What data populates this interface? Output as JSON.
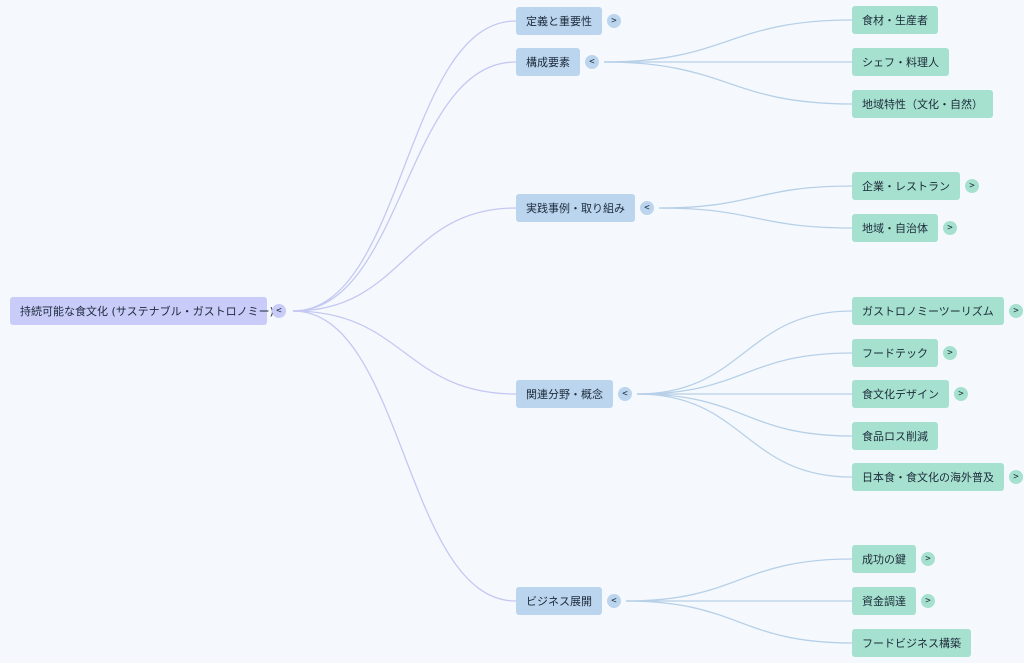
{
  "colors": {
    "background": "#f5f9fd",
    "root_fill": "#c9ccf9",
    "branch_fill": "#bcd5ee",
    "leaf_fill": "#a6e1cf",
    "root_link": "#c4c8f2",
    "branch_link": "#b7d0e8"
  },
  "mindmap": {
    "root": {
      "label": "持続可能な食文化 (サステナブル・ガストロノミー)",
      "toggle": "<"
    },
    "branches": [
      {
        "label": "定義と重要性",
        "toggle": ">",
        "children": []
      },
      {
        "label": "構成要素",
        "toggle": "<",
        "children": [
          {
            "label": "食材・生産者",
            "toggle": ""
          },
          {
            "label": "シェフ・料理人",
            "toggle": ""
          },
          {
            "label": "地域特性（文化・自然）",
            "toggle": ""
          }
        ]
      },
      {
        "label": "実践事例・取り組み",
        "toggle": "<",
        "children": [
          {
            "label": "企業・レストラン",
            "toggle": ">"
          },
          {
            "label": "地域・自治体",
            "toggle": ">"
          }
        ]
      },
      {
        "label": "関連分野・概念",
        "toggle": "<",
        "children": [
          {
            "label": "ガストロノミーツーリズム",
            "toggle": ">"
          },
          {
            "label": "フードテック",
            "toggle": ">"
          },
          {
            "label": "食文化デザイン",
            "toggle": ">"
          },
          {
            "label": "食品ロス削減",
            "toggle": ""
          },
          {
            "label": "日本食・食文化の海外普及",
            "toggle": ">"
          }
        ]
      },
      {
        "label": "ビジネス展開",
        "toggle": "<",
        "children": [
          {
            "label": "成功の鍵",
            "toggle": ">"
          },
          {
            "label": "資金調達",
            "toggle": ">"
          },
          {
            "label": "フードビジネス構築",
            "toggle": ""
          }
        ]
      }
    ]
  }
}
